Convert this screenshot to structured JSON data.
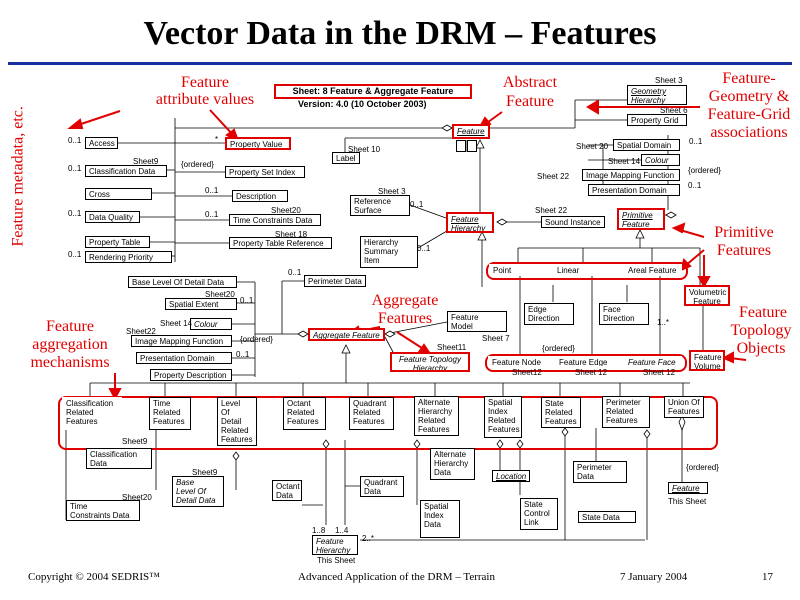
{
  "title": "Vector Data in the DRM – Features",
  "sheet_header": {
    "line1": "Sheet: 8 Feature & Aggregate Feature",
    "line2": "Version: 4.0 (10 October 2003)"
  },
  "annotations": {
    "feature_metadata": "Feature metadata, etc.",
    "feature_attribute_values": [
      "Feature",
      "attribute values"
    ],
    "abstract_feature": [
      "Abstract",
      "Feature"
    ],
    "geometry_grid": [
      "Feature-",
      "Geometry &",
      "Feature-Grid",
      "associations"
    ],
    "primitive_features": [
      "Primitive",
      "Features"
    ],
    "aggregate_features": [
      "Aggregate",
      "Features"
    ],
    "aggregation_mechanisms": [
      "Feature",
      "aggregation",
      "mechanisms"
    ],
    "topology_objects": [
      "Feature",
      "Topology",
      "Objects"
    ]
  },
  "boxes": {
    "feature": "Feature",
    "access": "Access",
    "classification_data": "Classification Data",
    "cross_reference": "Cross Reference",
    "data_quality": "Data Quality",
    "property_table": "Property Table",
    "rendering_priority_level": "Rendering Priority Level",
    "property_value": "Property Value",
    "property_set_index": "Property Set Index",
    "description": "Description",
    "time_constraints_data": "Time Constraints Data",
    "property_table_reference": "Property Table Reference",
    "label": "Label",
    "reference_surface": [
      "Reference",
      "Surface"
    ],
    "feature_hierarchy": [
      "Feature",
      "Hierarchy"
    ],
    "hierarchy_summary_item": [
      "Hierarchy",
      "Summary",
      "Item"
    ],
    "sound_instance": "Sound Instance",
    "geometry_hierarchy": [
      "Geometry",
      "Hierarchy"
    ],
    "property_grid": "Property Grid",
    "spatial_domain": "Spatial Domain",
    "colour": "Colour",
    "image_mapping_function": "Image Mapping Function",
    "presentation_domain": "Presentation Domain",
    "primitive_feature": [
      "Primitive",
      "Feature"
    ],
    "point_feature": "Point Feature",
    "linear_feature": "Linear Feature",
    "areal_feature": "Areal Feature",
    "volumetric_feature": [
      "Volumetric",
      "Feature"
    ],
    "base_lod_data": "Base Level Of Detail Data",
    "perimeter_data": "Perimeter Data",
    "spatial_extent": "Spatial Extent",
    "colour_agg": "Colour",
    "image_mapping_function_agg": "Image Mapping Function",
    "presentation_domain_agg": "Presentation Domain",
    "property_description": "Property Description",
    "aggregate_feature": "Aggregate Feature",
    "feature_model_instance": [
      "Feature",
      "Model Instance"
    ],
    "feature_topology_hierarchy": [
      "Feature Topology",
      "Hierarchy"
    ],
    "edge_direction": [
      "Edge",
      "Direction"
    ],
    "face_direction": [
      "Face",
      "Direction"
    ],
    "feature_node": "Feature Node",
    "feature_edge": "Feature Edge",
    "feature_face": "Feature Face",
    "feature_volume": [
      "Feature",
      "Volume"
    ],
    "classification_related_features": [
      "Classification",
      "Related",
      "Features"
    ],
    "time_related_features": [
      "Time",
      "Related",
      "Features"
    ],
    "lod_related_features": [
      "Level",
      "Of",
      "Detail",
      "Related",
      "Features"
    ],
    "octant_related_features": [
      "Octant",
      "Related",
      "Features"
    ],
    "quadrant_related_features": [
      "Quadrant",
      "Related",
      "Features"
    ],
    "alternate_hierarchy_related_features": [
      "Alternate",
      "Hierarchy",
      "Related",
      "Features"
    ],
    "spatial_index_related_features": [
      "Spatial",
      "Index",
      "Related",
      "Features"
    ],
    "state_related_features": [
      "State",
      "Related",
      "Features"
    ],
    "perimeter_related_features": [
      "Perimeter",
      "Related",
      "Features"
    ],
    "union_of_features": [
      "Union Of",
      "Features"
    ],
    "classification_data_b": [
      "Classification",
      "Data"
    ],
    "base_lod_data_b": [
      "Base",
      "Level Of",
      "Detail Data"
    ],
    "time_constraints_data_b": [
      "Time",
      "Constraints Data"
    ],
    "octant_data": [
      "Octant",
      "Data"
    ],
    "quadrant_data": [
      "Quadrant",
      "Data"
    ],
    "alternate_hierarchy_data": [
      "Alternate",
      "Hierarchy",
      "Data"
    ],
    "spatial_index_data": [
      "Spatial",
      "Index",
      "Data"
    ],
    "location": "Location",
    "state_control_link": [
      "State",
      "Control",
      "Link"
    ],
    "perimeter_data_b": [
      "Perimeter",
      "Data"
    ],
    "state_data": "State Data",
    "feature_b": "Feature",
    "feature_hierarchy_b": [
      "Feature",
      "Hierarchy"
    ]
  },
  "labels": {
    "sheet3_top": "Sheet 3",
    "sheet6": "Sheet 6",
    "sheet10": "Sheet 10",
    "sheet3_ref": "Sheet 3",
    "sheet22_sound": "Sheet 22",
    "sheet20_spatial": "Sheet 20",
    "sheet14_colour": "Sheet 14",
    "sheet22_image": "Sheet 22",
    "sheet9": "Sheet9",
    "sheet20_time": "Sheet20",
    "sheet18": "Sheet 18",
    "sheet20_extent": "Sheet20",
    "sheet14_agg": "Sheet 14",
    "sheet22_agg": "Sheet22",
    "sheet7": "Sheet 7",
    "sheet11": "Sheet11",
    "sheet12_a": "Sheet12",
    "sheet12_b": "Sheet 12",
    "sheet12_c": "Sheet 12",
    "sheet9_b": "Sheet9",
    "sheet9_c": "Sheet9",
    "sheet20_b": "Sheet20",
    "this_sheet_a": "This Sheet",
    "this_sheet_b": "This Sheet",
    "ordered_1": "{ordered}",
    "ordered_2": "{ordered}",
    "ordered_3": "{ordered}",
    "ordered_4": "{ordered}",
    "ordered_5": "{ordered}",
    "m_01a": "0..1",
    "m_01b": "0..1",
    "m_01c": "0..1",
    "m_01d": "0..1",
    "m_01e": "0..1",
    "m_01f": "0..1",
    "m_01g": "0..1",
    "m_01h": "0..1",
    "m_01i": "0..1",
    "m_01j": "0..1",
    "m_01k": "0..1",
    "m_01l": "0..1",
    "m_01m": "0..1",
    "m_star": "*",
    "m_1star": "1..*",
    "m_18": "1..8",
    "m_14": "1..4",
    "m_2star": "2..*"
  },
  "footer": {
    "copyright": "Copyright © 2004 SEDRIS™",
    "center": "Advanced Application of the DRM – Terrain",
    "date": "7 January 2004",
    "page": "17"
  },
  "colors": {
    "accent_red": "#e00000",
    "rule_blue": "#1a2fa0"
  }
}
